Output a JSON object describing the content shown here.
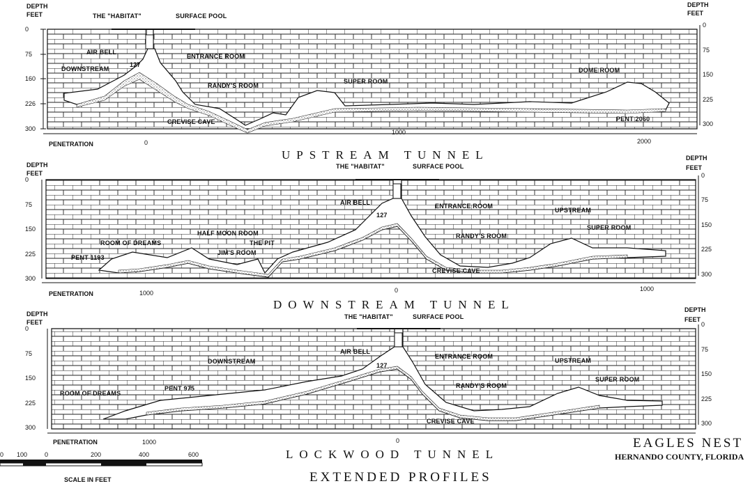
{
  "panels": [
    {
      "id": "upstream",
      "title": "UPSTREAM TUNNEL",
      "depth_label_left": [
        "DEPTH",
        "FEET"
      ],
      "depth_label_right": [
        "DEPTH",
        "FEET"
      ],
      "left_ticks": [
        "0",
        "75",
        "160",
        "226",
        "300"
      ],
      "right_ticks": [
        "0",
        "75",
        "150",
        "225",
        "300"
      ],
      "penetration_label": "PENETRATION",
      "penetration_ticks": [
        "0",
        "1000",
        "2000"
      ],
      "labels": {
        "habitat": "THE \"HABITAT\"",
        "surface_pool": "SURFACE POOL",
        "air_bell": "AIR BELL",
        "entrance_room": "ENTRANCE ROOM",
        "depth_127": "127",
        "downstream": "DOWNSTREAM",
        "randys_room": "RANDY'S ROOM",
        "super_room": "SUPER ROOM",
        "dome_room": "DOME ROOM",
        "crevise_cave": "CREVISE CAVE",
        "pent": "PENT 2060"
      }
    },
    {
      "id": "downstream",
      "title": "DOWNSTREAM TUNNEL",
      "depth_label_left": [
        "DEPTH",
        "FEET"
      ],
      "depth_label_right": [
        "DEPTH",
        "FEET"
      ],
      "left_ticks": [
        "0",
        "75",
        "150",
        "225",
        "300"
      ],
      "right_ticks": [
        "0",
        "75",
        "150",
        "225",
        "300"
      ],
      "penetration_label": "PENETRATION",
      "penetration_ticks": [
        "1000",
        "0",
        "1000"
      ],
      "labels": {
        "habitat": "THE \"HABITAT\"",
        "surface_pool": "SURFACE POOL",
        "air_bell": "AIR BELL",
        "entrance_room": "ENTRANCE ROOM",
        "depth_127": "127",
        "upstream": "UPSTREAM",
        "super_room": "SUPER ROOM",
        "half_moon_room": "HALF MOON ROOM",
        "room_of_dreams": "ROOM OF DREAMS",
        "the_pit": "THE PIT",
        "jims_room": "JIM'S ROOM",
        "randys_room": "RANDY'S ROOM",
        "pent": "PENT 1193",
        "crevise_cave": "CREVISE CAVE"
      }
    },
    {
      "id": "lockwood",
      "title": "LOCKWOOD TUNNEL",
      "depth_label_left": [
        "DEPTH",
        "FEET"
      ],
      "depth_label_right": [
        "DEPTH",
        "FEET"
      ],
      "left_ticks": [
        "0",
        "75",
        "150",
        "225",
        "300"
      ],
      "right_ticks": [
        "0",
        "75",
        "150",
        "225",
        "300"
      ],
      "penetration_label": "PENETRATION",
      "penetration_ticks": [
        "1000",
        "0"
      ],
      "labels": {
        "habitat": "THE \"HABITAT\"",
        "surface_pool": "SURFACE POOL",
        "air_bell": "AIR BELL",
        "entrance_room": "ENTRANCE ROOM",
        "depth_127": "127",
        "downstream": "DOWNSTREAM",
        "upstream": "UPSTREAM",
        "room_of_dreams": "ROOM OF DREAMS",
        "pent": "PENT 975",
        "randys_room": "RANDY'S ROOM",
        "super_room": "SUPER ROOM",
        "crevise_cave": "CREVISE CAVE"
      }
    }
  ],
  "scale": {
    "ticks": [
      "0",
      "100",
      "0",
      "200",
      "400",
      "600"
    ],
    "label": "SCALE IN FEET"
  },
  "site": {
    "name": "EAGLES NEST",
    "location": "HERNANDO COUNTY, FLORIDA"
  },
  "footer_title": "EXTENDED PROFILES"
}
